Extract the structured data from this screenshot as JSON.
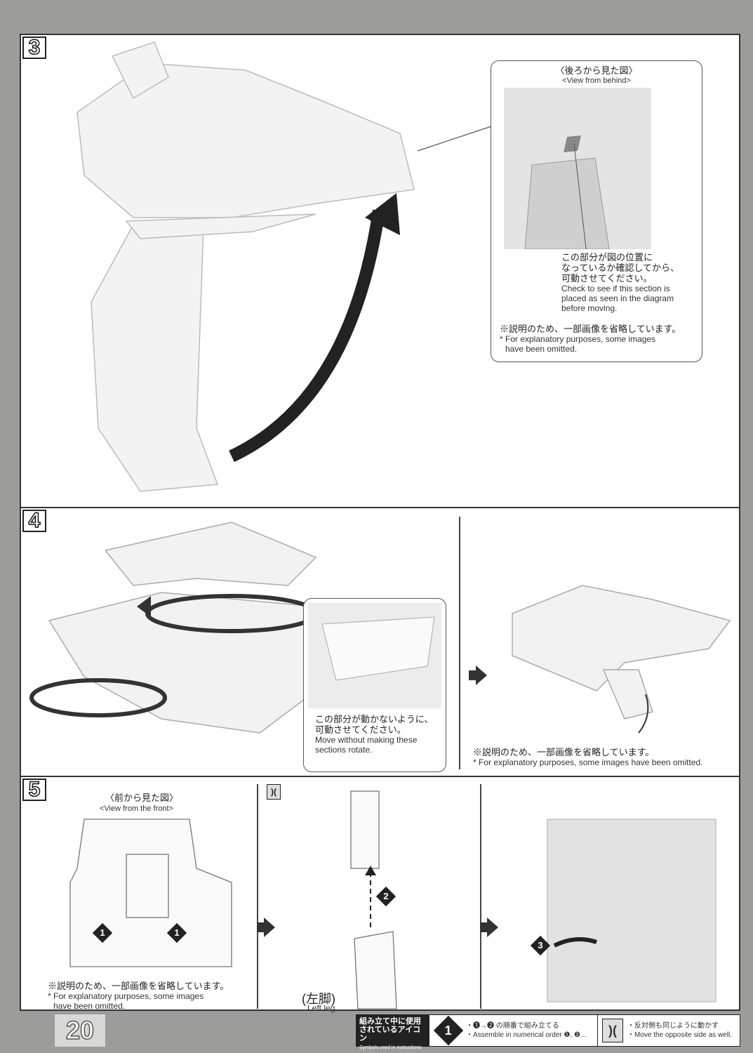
{
  "page_number": "20",
  "steps": [
    {
      "number": "3",
      "inset": {
        "title_jp": "〈後ろから見た図〉",
        "title_en": "<View from behind>",
        "callout_jp": [
          "この部分が図の位置に",
          "なっているか確認してから、",
          "可動させてください。"
        ],
        "callout_en": [
          "Check to see if this section is",
          "placed as seen in the diagram",
          "before moving."
        ],
        "note_jp": "※説明のため、一部画像を省略しています。",
        "note_en": [
          "* For explanatory purposes, some images",
          "have been omitted."
        ]
      }
    },
    {
      "number": "4",
      "inset": {
        "callout_jp": [
          "この部分が動かないように、",
          "可動させてください。"
        ],
        "callout_en": [
          "Move without making these",
          "sections rotate."
        ]
      },
      "note_jp": "※説明のため、一部画像を省略しています。",
      "note_en": "* For explanatory purposes, some images have been omitted."
    },
    {
      "number": "5",
      "view_jp": "〈前から見た図〉",
      "view_en": "<View from the front>",
      "marker_1": "1",
      "marker_2": "2",
      "marker_3": "3",
      "leg_jp": "(左脚)",
      "leg_en": "Left leg",
      "note_jp": "※説明のため、一部画像を省略しています。",
      "note_en": [
        "* For explanatory purposes, some images",
        "have been omitted."
      ]
    }
  ],
  "legend": {
    "title_jp": [
      "組み立て中に使用",
      "されているアイコン"
    ],
    "title_en": "Symbols used in instructions",
    "order_icon": "1",
    "order_jp": "・❶→❷ の順番で組み立てる",
    "order_en": "・Assemble in numerical order ❶, ❷...",
    "mirror_jp": "・反対側も同じように動かす",
    "mirror_en": "・Move the opposite side as well."
  }
}
